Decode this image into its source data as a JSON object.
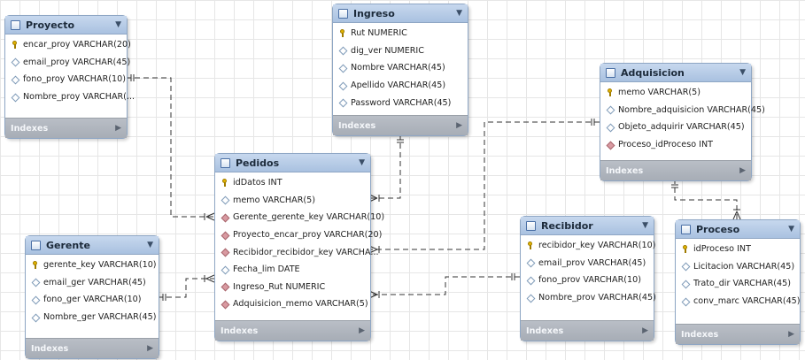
{
  "tables": [
    {
      "id": "proyecto",
      "name": "Proyecto",
      "columns": [
        {
          "text": "encar_proy VARCHAR(20)",
          "kind": "key"
        },
        {
          "text": "email_proy VARCHAR(45)",
          "kind": "attr"
        },
        {
          "text": "fono_proy VARCHAR(10)",
          "kind": "attr"
        },
        {
          "text": "Nombre_proy VARCHAR(...",
          "kind": "attr"
        }
      ],
      "footer": "Indexes"
    },
    {
      "id": "ingreso",
      "name": "Ingreso",
      "columns": [
        {
          "text": "Rut NUMERIC",
          "kind": "key"
        },
        {
          "text": "dig_ver NUMERIC",
          "kind": "attr"
        },
        {
          "text": "Nombre VARCHAR(45)",
          "kind": "attr"
        },
        {
          "text": "Apellido VARCHAR(45)",
          "kind": "attr"
        },
        {
          "text": "Password VARCHAR(45)",
          "kind": "attr"
        }
      ],
      "footer": "Indexes"
    },
    {
      "id": "adquisicion",
      "name": "Adquisicion",
      "columns": [
        {
          "text": "memo VARCHAR(5)",
          "kind": "key"
        },
        {
          "text": "Nombre_adquisicion VARCHAR(45)",
          "kind": "attr"
        },
        {
          "text": "Objeto_adquirir VARCHAR(45)",
          "kind": "attr"
        },
        {
          "text": "Proceso_idProceso INT",
          "kind": "fk"
        }
      ],
      "footer": "Indexes"
    },
    {
      "id": "pedidos",
      "name": "Pedidos",
      "columns": [
        {
          "text": "idDatos INT",
          "kind": "key"
        },
        {
          "text": "memo VARCHAR(5)",
          "kind": "attr"
        },
        {
          "text": "Gerente_gerente_key VARCHAR(10)",
          "kind": "fk"
        },
        {
          "text": "Proyecto_encar_proy VARCHAR(20)",
          "kind": "fk"
        },
        {
          "text": "Recibidor_recibidor_key VARCHA...",
          "kind": "fk"
        },
        {
          "text": "Fecha_lim DATE",
          "kind": "attr"
        },
        {
          "text": "Ingreso_Rut NUMERIC",
          "kind": "fk"
        },
        {
          "text": "Adquisicion_memo VARCHAR(5)",
          "kind": "fk"
        }
      ],
      "footer": "Indexes"
    },
    {
      "id": "gerente",
      "name": "Gerente",
      "columns": [
        {
          "text": "gerente_key VARCHAR(10)",
          "kind": "key"
        },
        {
          "text": "email_ger VARCHAR(45)",
          "kind": "attr"
        },
        {
          "text": "fono_ger VARCHAR(10)",
          "kind": "attr"
        },
        {
          "text": "Nombre_ger VARCHAR(45)",
          "kind": "attr"
        }
      ],
      "footer": "Indexes"
    },
    {
      "id": "recibidor",
      "name": "Recibidor",
      "columns": [
        {
          "text": "recibidor_key VARCHAR(10)",
          "kind": "key"
        },
        {
          "text": "email_prov VARCHAR(45)",
          "kind": "attr"
        },
        {
          "text": "fono_prov VARCHAR(10)",
          "kind": "attr"
        },
        {
          "text": "Nombre_prov VARCHAR(45)",
          "kind": "attr"
        }
      ],
      "footer": "Indexes"
    },
    {
      "id": "proceso",
      "name": "Proceso",
      "columns": [
        {
          "text": "idProceso INT",
          "kind": "key"
        },
        {
          "text": "Licitacion VARCHAR(45)",
          "kind": "attr"
        },
        {
          "text": "Trato_dir VARCHAR(45)",
          "kind": "attr"
        },
        {
          "text": "conv_marc VARCHAR(45)",
          "kind": "attr"
        }
      ],
      "footer": "Indexes"
    }
  ],
  "relationships": [
    {
      "from": "proyecto",
      "to": "pedidos"
    },
    {
      "from": "ingreso",
      "to": "pedidos"
    },
    {
      "from": "adquisicion",
      "to": "pedidos"
    },
    {
      "from": "gerente",
      "to": "pedidos"
    },
    {
      "from": "recibidor",
      "to": "pedidos"
    },
    {
      "from": "proceso",
      "to": "adquisicion"
    }
  ]
}
